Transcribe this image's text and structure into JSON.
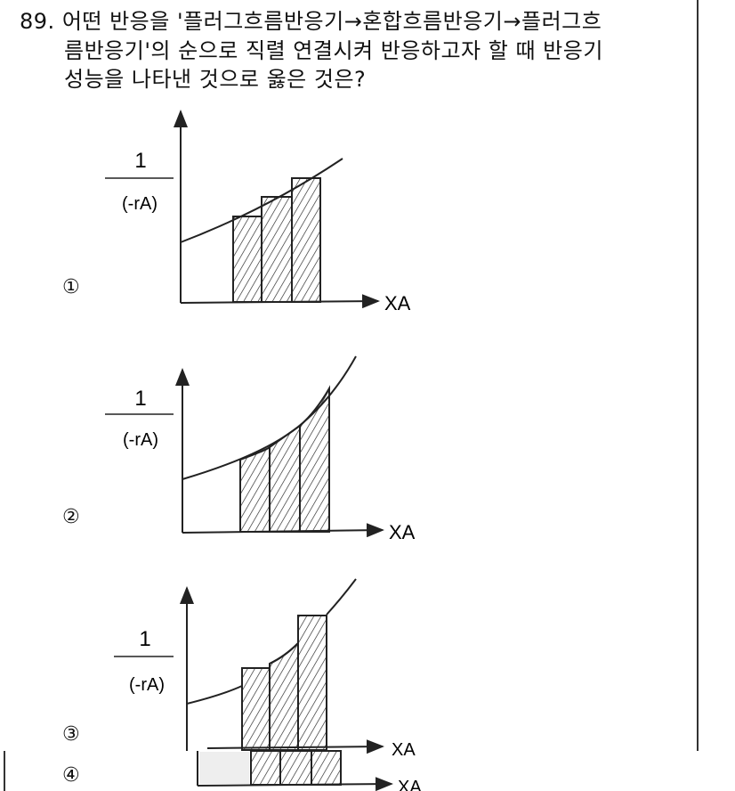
{
  "question": {
    "number": "89.",
    "line1": "어떤 반응을 '플러그흐름반응기→혼합흐름반응기→플러그흐",
    "line2": "름반응기'의 순으로 직렬 연결시켜 반응하고자 할 때 반응기",
    "line3": "성능을 나타낸 것으로 옳은 것은?"
  },
  "options": [
    {
      "marker": "①",
      "y_label_num": "1",
      "y_label_den": "(-rA)",
      "x_label": "XA"
    },
    {
      "marker": "②",
      "y_label_num": "1",
      "y_label_den": "(-rA)",
      "x_label": "XA"
    },
    {
      "marker": "③",
      "y_label_num": "1",
      "y_label_den": "(-rA)",
      "x_label": "XA"
    },
    {
      "marker": "④",
      "x_label": "XA"
    }
  ]
}
